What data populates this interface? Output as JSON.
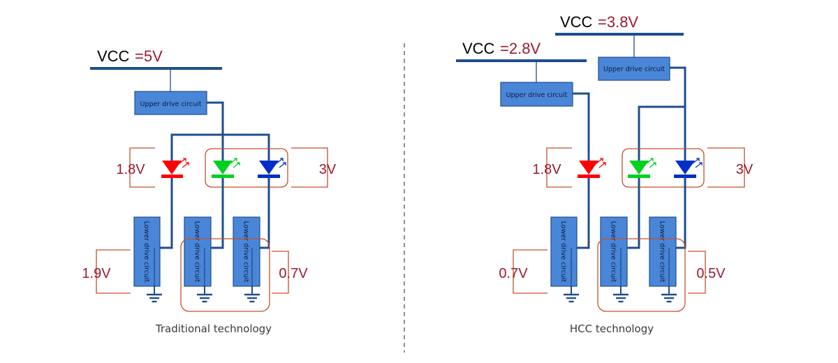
{
  "colors": {
    "wire": "#1f4e8c",
    "box_fill": "#4a86d8",
    "box_stroke": "#1f4e8c",
    "voltage_text": "#9b1b30",
    "bracket": "#c0502a",
    "led_red": "#ff0000",
    "led_green": "#00d020",
    "led_blue": "#0030c8",
    "divider": "#555555"
  },
  "traditional": {
    "vcc_label": "VCC",
    "vcc_value": "=5V",
    "upper_drive": "Upper drive circuit",
    "red_voltage": "1.8V",
    "gb_voltage": "3V",
    "lower_drive_1": "Lower drive circuit",
    "lower_drive_2": "Lower drive circuit",
    "lower_drive_3": "Lower drive circuit",
    "red_drop": "1.9V",
    "gb_drop": "0.7V",
    "caption": "Traditional technology"
  },
  "hcc": {
    "vcc1_label": "VCC",
    "vcc1_value": "=2.8V",
    "vcc2_label": "VCC",
    "vcc2_value": "=3.8V",
    "upper_drive_1": "Upper drive circuit",
    "upper_drive_2": "Upper drive circuit",
    "red_voltage": "1.8V",
    "gb_voltage": "3V",
    "lower_drive_1": "Lower drive circuit",
    "lower_drive_2": "Lower drive circuit",
    "lower_drive_3": "Lower drive circuit",
    "red_drop": "0.7V",
    "gb_drop": "0.5V",
    "caption": "HCC technology"
  }
}
